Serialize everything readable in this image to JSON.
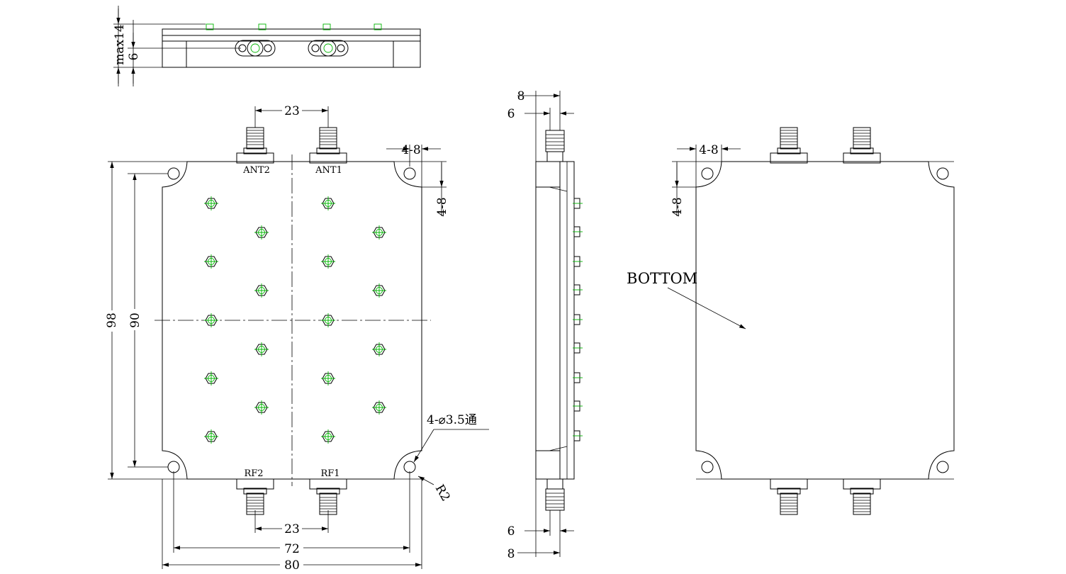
{
  "drawing": {
    "top_view": {
      "height_max_label": "max14",
      "connector_height_label": "6"
    },
    "front_view": {
      "port_labels": [
        "ANT2",
        "ANT1",
        "RF2",
        "RF1"
      ],
      "dim_connector_spacing_top": "23",
      "dim_connector_spacing_bottom": "23",
      "dim_corner_width": "4-8",
      "dim_corner_height": "4-8",
      "dim_overall_height": "98",
      "dim_hole_height": "90",
      "dim_hole_width": "72",
      "dim_overall_width": "80",
      "hole_callout": "4-⌀3.5通",
      "radius_callout": "R2"
    },
    "side_view": {
      "dim_top_8": "8",
      "dim_top_6": "6",
      "dim_bottom_6": "6",
      "dim_bottom_8": "8"
    },
    "bottom_view": {
      "label": "BOTTOM",
      "dim_corner_width": "4-8",
      "dim_corner_height": "4-8"
    }
  }
}
